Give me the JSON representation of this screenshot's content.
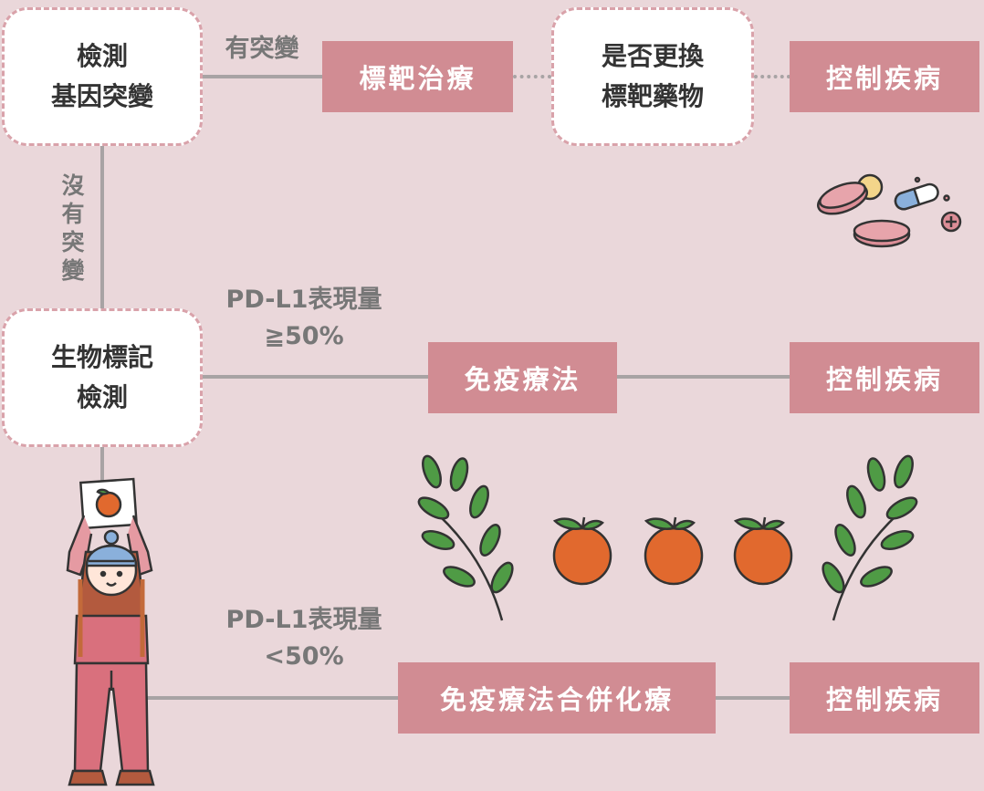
{
  "nodes": {
    "detect_mutation": [
      "檢測",
      "基因突變"
    ],
    "targeted": "標靶治療",
    "switch_drug": [
      "是否更換",
      "標靶藥物"
    ],
    "control_1": "控制疾病",
    "biomarker": [
      "生物標記",
      "檢測"
    ],
    "immuno": "免疫療法",
    "control_2": "控制疾病",
    "immuno_chemo": "免疫療法合併化療",
    "control_3": "控制疾病"
  },
  "labels": {
    "has_mutation": "有突變",
    "no_mutation": [
      "沒",
      "有",
      "突",
      "變"
    ],
    "pdl1_high": [
      "PD-L1表現量",
      "≧50%"
    ],
    "pdl1_low": [
      "PD-L1表現量",
      "<50%"
    ]
  },
  "colors": {
    "background": "#ead7da",
    "box_pink": "#d18c93",
    "box_border": "#d9a2aa",
    "line": "#a8a3a4",
    "orange": "#e1692e",
    "leaf": "#4f9b45"
  },
  "icons": [
    "pills-icon",
    "orange-icon",
    "leaf-branch-icon",
    "person-icon"
  ]
}
